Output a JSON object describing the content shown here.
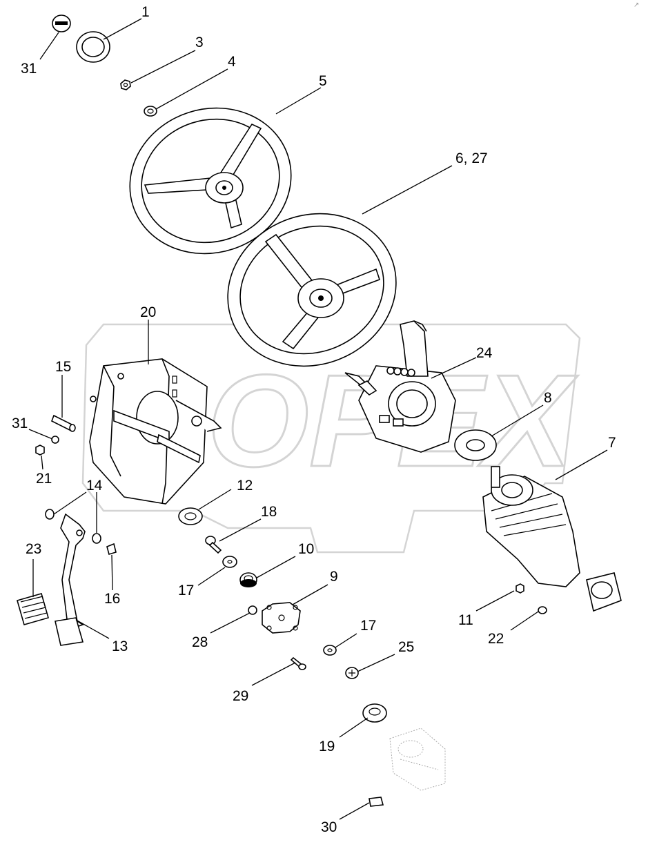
{
  "watermark": {
    "text": "OPEX",
    "color": "#d4d4d4"
  },
  "corner_mark": "↗",
  "callouts": {
    "c1": "1",
    "c31a": "31",
    "c3": "3",
    "c4": "4",
    "c5": "5",
    "c6_27": "6, 27",
    "c20": "20",
    "c15": "15",
    "c31b": "31",
    "c21": "21",
    "c24": "24",
    "c8": "8",
    "c7": "7",
    "c12": "12",
    "c14": "14",
    "c18": "18",
    "c10": "10",
    "c23": "23",
    "c17a": "17",
    "c16": "16",
    "c9": "9",
    "c11": "11",
    "c28": "28",
    "c17b": "17",
    "c22": "22",
    "c13": "13",
    "c25": "25",
    "c29": "29",
    "c19": "19",
    "c30": "30"
  }
}
